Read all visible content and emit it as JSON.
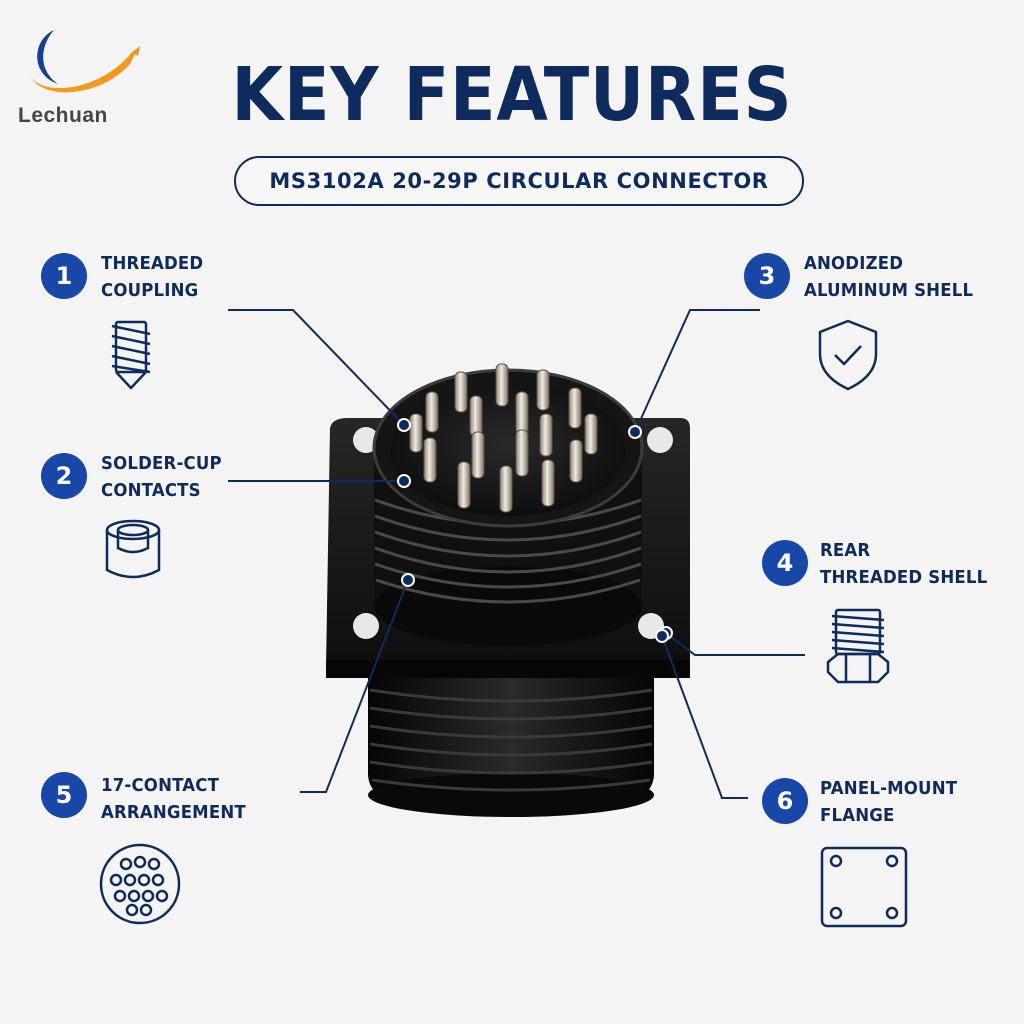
{
  "brand": {
    "name": "Lechuan"
  },
  "header": {
    "title": "KEY FEATURES",
    "subtitle": "MS3102A 20-29P CIRCULAR CONNECTOR"
  },
  "colors": {
    "navy": "#0f2a5c",
    "badge_blue": "#1847a8",
    "logo_orange": "#f39a1e",
    "background": "#f4f4f4"
  },
  "features": [
    {
      "number": "1",
      "line1": "THREADED",
      "line2": "COUPLING",
      "icon": "threaded-screw-icon"
    },
    {
      "number": "2",
      "line1": "SOLDER-CUP",
      "line2": "CONTACTS",
      "icon": "solder-cup-icon"
    },
    {
      "number": "3",
      "line1": "ANODIZED",
      "line2": "ALUMINUM SHELL",
      "icon": "shield-check-icon"
    },
    {
      "number": "4",
      "line1": "REAR",
      "line2": "THREADED SHELL",
      "icon": "threaded-bolt-icon"
    },
    {
      "number": "5",
      "line1": "17-CONTACT",
      "line2": "ARRANGEMENT",
      "icon": "contact-pattern-icon"
    },
    {
      "number": "6",
      "line1": "PANEL-MOUNT",
      "line2": "FLANGE",
      "icon": "square-flange-icon"
    }
  ]
}
